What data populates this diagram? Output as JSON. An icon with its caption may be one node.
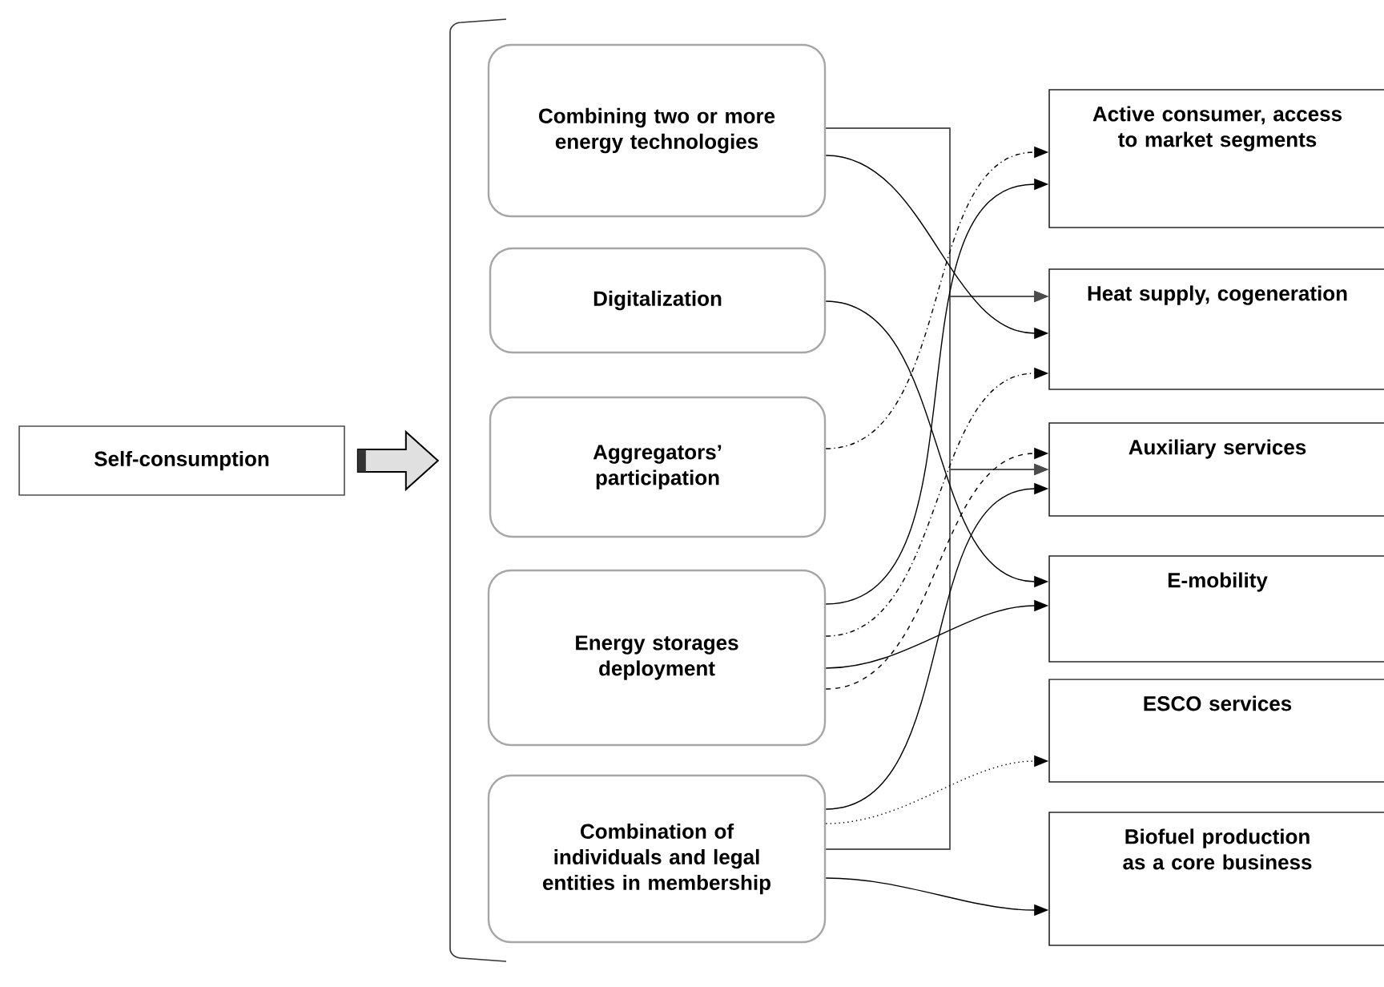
{
  "diagram": {
    "nodes": [
      {
        "text": [
          "Self-consumption"
        ]
      },
      {
        "text": [
          "Combining two or more energy technologies"
        ]
      },
      {
        "text": [
          "Digitalization"
        ]
      },
      {
        "text": [
          "Aggregators’ participation"
        ]
      },
      {
        "text": [
          "Energy storages deployment"
        ]
      },
      {
        "text": [
          "Combination of individuals and legal entities in membership"
        ]
      },
      {
        "text": [
          "Active consumer, access to market segments"
        ]
      },
      {
        "text": [
          "Heat supply, cogeneration"
        ]
      },
      {
        "text": [
          "Auxiliary services"
        ]
      },
      {
        "text": [
          "E-mobility"
        ]
      },
      {
        "text": [
          "ESCO services"
        ]
      },
      {
        "text": [
          "Biofuel production as a core business"
        ]
      }
    ],
    "edges": [
      {
        "from": 0,
        "to": null,
        "arrow": "to",
        "style": "thick"
      },
      {
        "from": 1,
        "to": 7,
        "arrow": "to"
      },
      {
        "from": 1,
        "to": 8,
        "arrow": "to"
      },
      {
        "from": 5,
        "to": 7,
        "arrow": "to"
      },
      {
        "from": 5,
        "to": 8,
        "arrow": "to"
      },
      {
        "from": 1,
        "to": 7,
        "arrow": "to"
      },
      {
        "from": 2,
        "to": 9,
        "arrow": "to"
      },
      {
        "from": 3,
        "to": 6,
        "arrow": "to",
        "style": "dashed"
      },
      {
        "from": 4,
        "to": 6,
        "arrow": "to"
      },
      {
        "from": 4,
        "to": 7,
        "arrow": "to",
        "style": "dashed"
      },
      {
        "from": 4,
        "to": 9,
        "arrow": "to"
      },
      {
        "from": 4,
        "to": 8,
        "arrow": "to",
        "style": "dashed"
      },
      {
        "from": 5,
        "to": 8,
        "arrow": "to"
      },
      {
        "from": 5,
        "to": 10,
        "arrow": "to",
        "style": "dashed"
      },
      {
        "from": 5,
        "to": 11,
        "arrow": "to"
      }
    ]
  }
}
